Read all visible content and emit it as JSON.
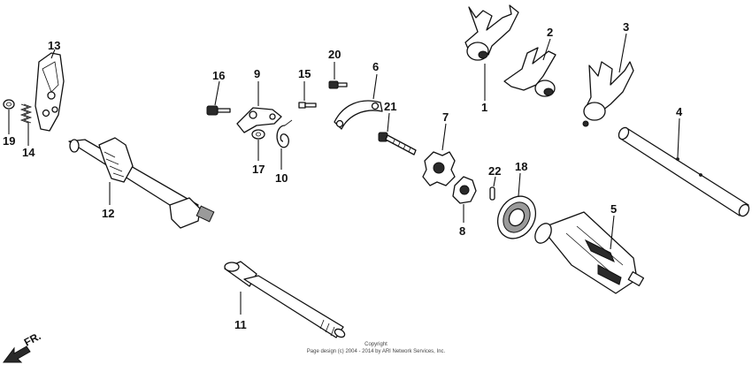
{
  "diagram": {
    "labels": {
      "n1": "1",
      "n2": "2",
      "n3": "3",
      "n4": "4",
      "n5": "5",
      "n6": "6",
      "n7": "7",
      "n8": "8",
      "n9": "9",
      "n10": "10",
      "n11": "11",
      "n12": "12",
      "n13": "13",
      "n14": "14",
      "n15": "15",
      "n16": "16",
      "n17": "17",
      "n18": "18",
      "n19": "19",
      "n20": "20",
      "n21": "21",
      "n22": "22"
    },
    "direction": "FR.",
    "copyright_line1": "Copyright",
    "copyright_line2": "Page design (c) 2004 - 2014 by ARI Network Services, Inc."
  }
}
